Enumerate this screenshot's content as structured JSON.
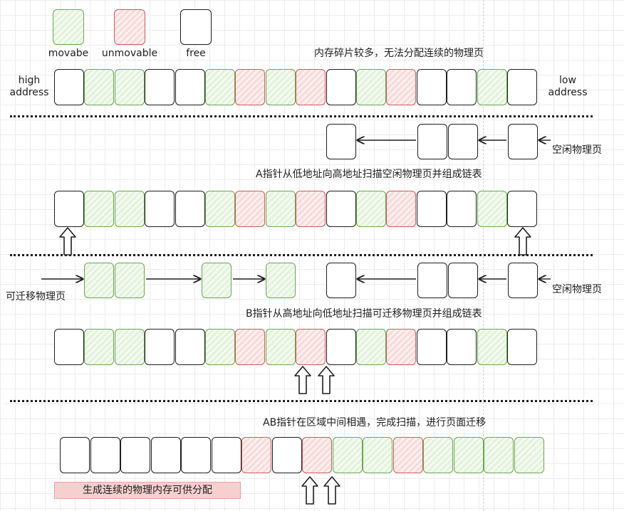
{
  "legend": [
    {
      "type": "movable",
      "label": "movabe"
    },
    {
      "type": "unmovable",
      "label": "unmovable"
    },
    {
      "type": "free",
      "label": "free"
    }
  ],
  "labels": {
    "high_address": "high\naddress",
    "low_address": "low\naddress",
    "fragmentation_note": "内存碎片较多，无法分配连续的物理页",
    "free_pages": "空闲物理页",
    "step_a": "A指针从低地址向高地址扫描空闲物理页并组成链表",
    "movable_pages": "可迁移物理页",
    "step_b": "B指针从高地址向低地址扫描可迁移物理页并组成链表",
    "step_ab": "AB指针在区域中间相遇，完成扫描，进行页面迁移",
    "result": "生成连续的物理内存可供分配"
  },
  "rows": {
    "memory_before": [
      "free",
      "movable",
      "movable",
      "free",
      "free",
      "movable",
      "unmovable",
      "movable",
      "unmovable",
      "free",
      "movable",
      "unmovable",
      "free",
      "free",
      "movable",
      "free"
    ],
    "memory_after": [
      "free",
      "free",
      "free",
      "free",
      "free",
      "free",
      "unmovable",
      "free",
      "unmovable",
      "movable",
      "movable",
      "unmovable",
      "movable",
      "movable",
      "movable",
      "movable"
    ]
  },
  "colors": {
    "movable_border": "#6aa84f",
    "unmovable_border": "#cf5a5a",
    "free_border": "#1e1e1e",
    "result_fill": "#f6cfcf"
  }
}
